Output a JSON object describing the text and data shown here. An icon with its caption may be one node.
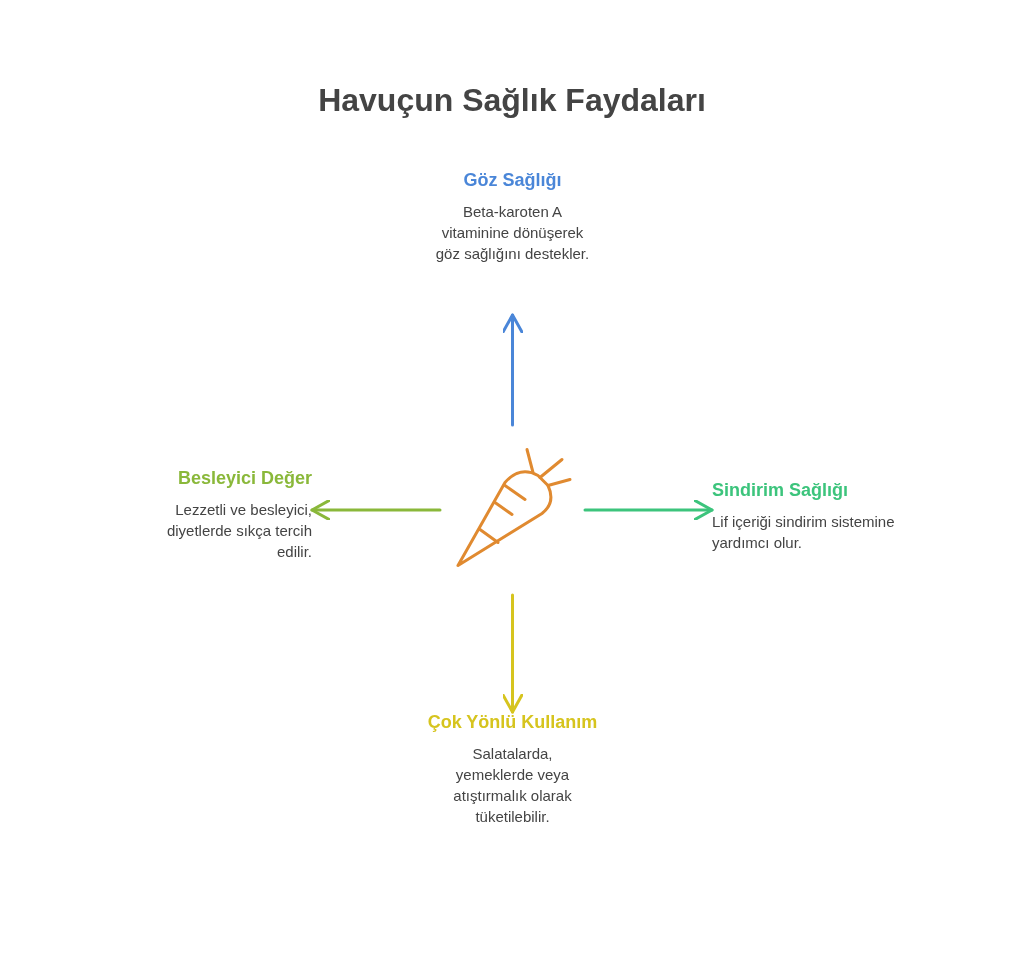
{
  "diagram": {
    "title": "Havuçun Sağlık Faydaları",
    "nodes": [
      {
        "text": [
          "Göz Sağlığı",
          "Beta-karoten A vitaminine dönüşerek göz sağlığını destekler."
        ]
      },
      {
        "text": [
          "Besleyici Değer",
          "Lezzetli ve besleyici, diyetlerde sıkça tercih edilir."
        ]
      },
      {
        "text": [],
        "shape": "picture"
      },
      {
        "text": [
          "Sindirim Sağlığı",
          "Lif içeriği sindirim sistemine yardımcı olur."
        ]
      },
      {
        "text": [
          "Çok Yönlü Kullanım",
          "Salatalarda, yemeklerde veya atıştırmalık olarak tüketilebilir."
        ]
      }
    ],
    "edges": [
      {
        "from": 2,
        "to": 0,
        "arrow": "to",
        "color": "#4a86d8"
      },
      {
        "from": 2,
        "to": 1,
        "arrow": "to",
        "color": "#8ab83a"
      },
      {
        "from": 2,
        "to": 3,
        "arrow": "to",
        "color": "#3cc47c"
      },
      {
        "from": 2,
        "to": 4,
        "arrow": "to",
        "color": "#d6c41e"
      }
    ]
  }
}
